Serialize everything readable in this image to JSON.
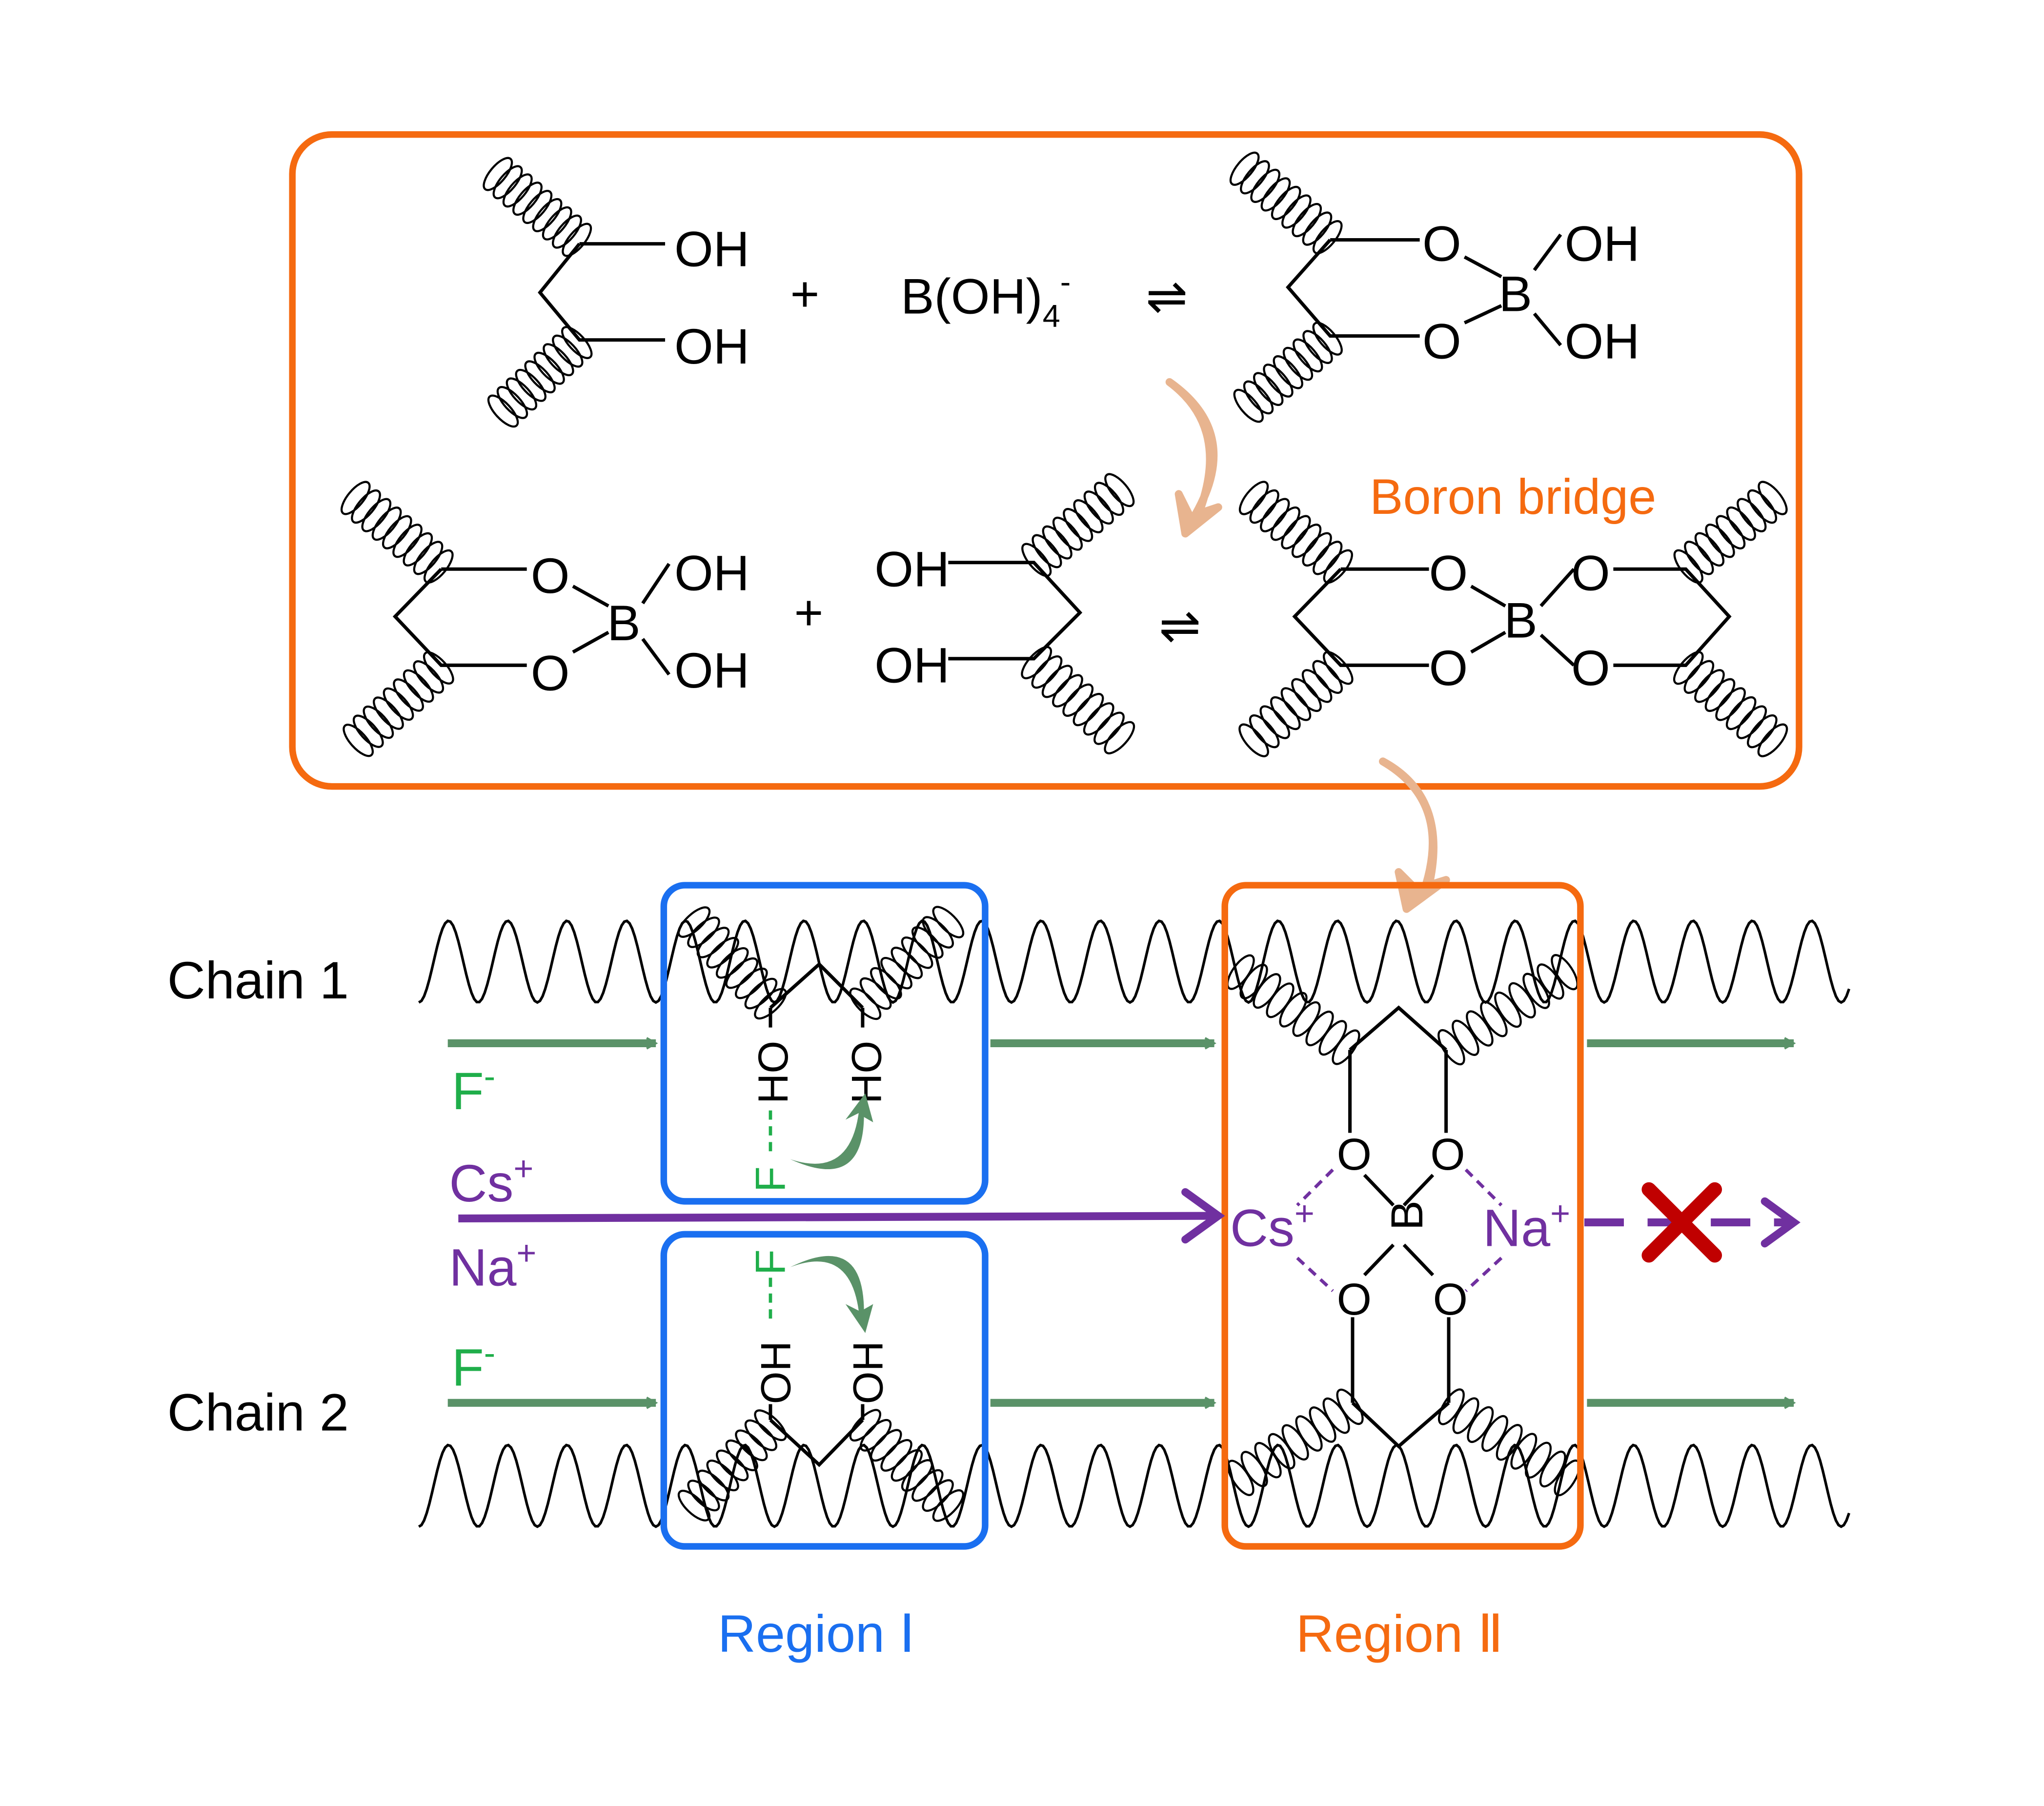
{
  "colors": {
    "orange": "#f56a10",
    "blue": "#1a6ff0",
    "green_arrow": "#5a9268",
    "green_text": "#1fae4a",
    "purple": "#7030a0",
    "red": "#c00000",
    "tan": "#e8b48f"
  },
  "reactions": {
    "row1": {
      "oh_top": "OH",
      "oh_bottom": "OH",
      "plus": "+",
      "borate": "B(OH)",
      "borate_sub": "4",
      "borate_sup": "-",
      "equilibrium": "⇌",
      "prod_o_top": "O",
      "prod_o_bottom": "O",
      "prod_b": "B",
      "prod_oh_top": "OH",
      "prod_oh_bottom": "OH"
    },
    "row2": {
      "o_top": "O",
      "o_bottom": "O",
      "b": "B",
      "oh_top": "OH",
      "oh_bottom": "OH",
      "plus": "+",
      "diol_oh_top": "OH",
      "diol_oh_bottom": "OH",
      "equilibrium": "⇌",
      "boron_bridge": "Boron bridge",
      "p_o1": "O",
      "p_o2": "O",
      "p_b": "B",
      "p_o3": "O",
      "p_o4": "O"
    }
  },
  "mechanism": {
    "chain1": "Chain 1",
    "chain2": "Chain 2",
    "f_ion": "F",
    "f_sup": "-",
    "cs_ion": "Cs",
    "na_ion": "Na",
    "plus_sup": "+",
    "region1": {
      "label": "Region Ⅰ",
      "ho": "HO",
      "oh": "OH",
      "f": "F"
    },
    "region2": {
      "label": "Region Ⅱ",
      "o": "O",
      "b": "B",
      "cs": "Cs",
      "na": "Na",
      "sup": "+"
    }
  }
}
